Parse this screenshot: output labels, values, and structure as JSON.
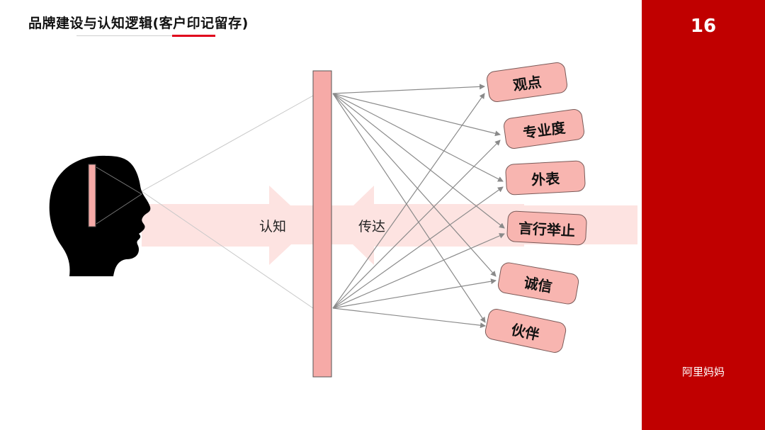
{
  "title": "品牌建设与认知逻辑(客户印记留存)",
  "page_number": "16",
  "brand": "阿里妈妈",
  "flow": {
    "perceive": "认知",
    "convey": "传达"
  },
  "tags": [
    "观点",
    "专业度",
    "外表",
    "言行举止",
    "诚信",
    "伙伴"
  ],
  "colors": {
    "accent": "#c00000",
    "tag_fill": "#f8b5b0",
    "band_fill": "#fde3e1"
  },
  "icons": {
    "head": "human-head-silhouette-icon"
  }
}
